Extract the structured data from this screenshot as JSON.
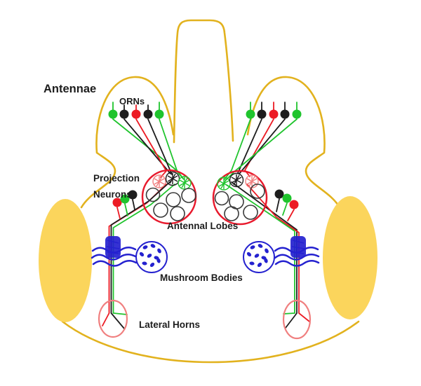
{
  "diagram": {
    "labels": {
      "antennae": "Antennae",
      "orns": "ORNs",
      "projection_line1": "Projection",
      "projection_line2": "Neurons",
      "antennal_lobes": "Antennal Lobes",
      "mushroom_bodies": "Mushroom Bodies",
      "lateral_horns": "Lateral Horns"
    },
    "colors": {
      "yellow": "#E2B21E",
      "eyefill": "#FBD55C",
      "red": "#EC1B24",
      "green": "#1FC42D",
      "black": "#1D1D1D",
      "blue": "#2421CF",
      "lobered": "#E8192C",
      "pink": "#F07F7F",
      "text": "#1D1D1D"
    },
    "orn_dots": {
      "left_to_right_colors_left_antenna": [
        "green",
        "black",
        "red",
        "black",
        "green"
      ],
      "left_to_right_colors_right_antenna": [
        "green",
        "black",
        "red",
        "black",
        "green"
      ]
    },
    "projection_neuron_dots": {
      "left": [
        "red",
        "green",
        "black"
      ],
      "right": [
        "black",
        "green",
        "red"
      ]
    },
    "glomeruli": {
      "left_lobe_hatched": [
        "red",
        "black",
        "green"
      ],
      "right_lobe_hatched": [
        "green",
        "black",
        "red"
      ],
      "plain_circles_per_lobe": 5
    },
    "mushroom_body_dots_per_calyx": 9
  }
}
